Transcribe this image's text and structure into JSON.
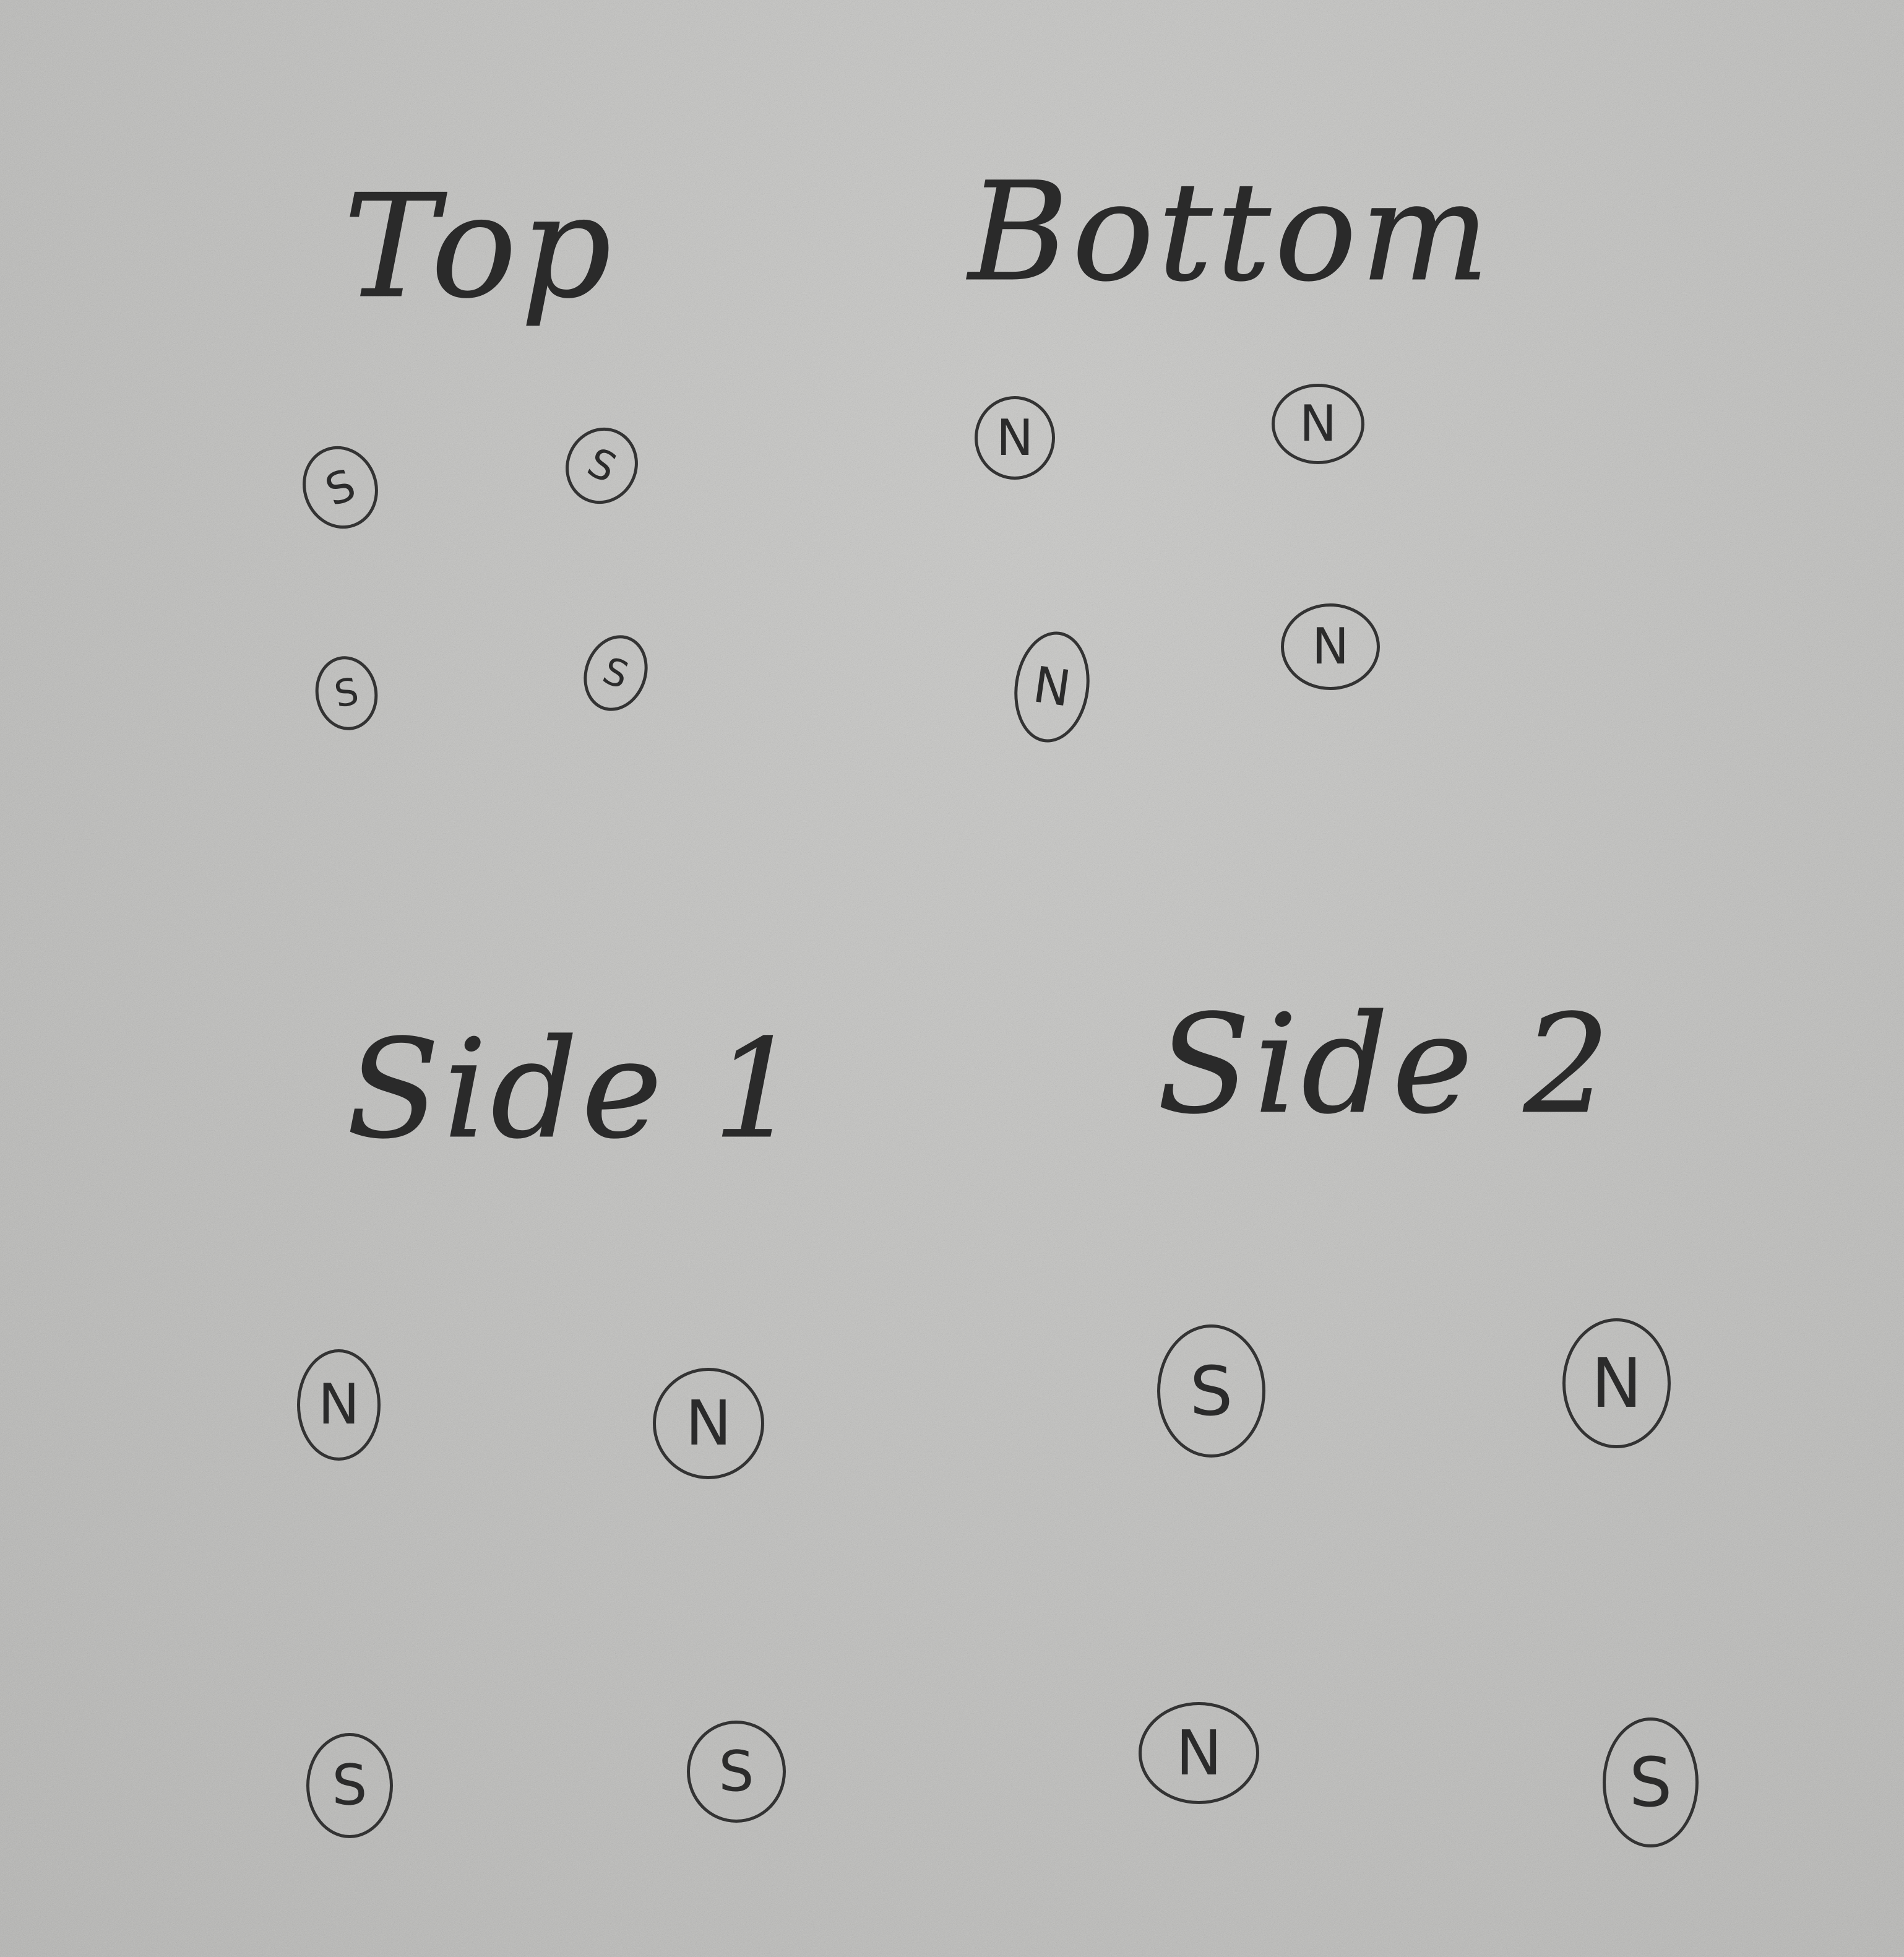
{
  "sections": {
    "top": {
      "label": "Top",
      "markers": [
        "S",
        "S",
        "S",
        "S"
      ]
    },
    "bottom": {
      "label": "Bottom",
      "markers": [
        "N",
        "N",
        "N",
        "N"
      ]
    },
    "side1": {
      "label": "Side 1",
      "markers": [
        "N",
        "N",
        "S",
        "S"
      ]
    },
    "side2": {
      "label": "Side 2",
      "markers": [
        "S",
        "N",
        "N",
        "S"
      ]
    }
  },
  "colors": {
    "paper": "#c3c3c1",
    "ink": "#2b2b2b"
  }
}
